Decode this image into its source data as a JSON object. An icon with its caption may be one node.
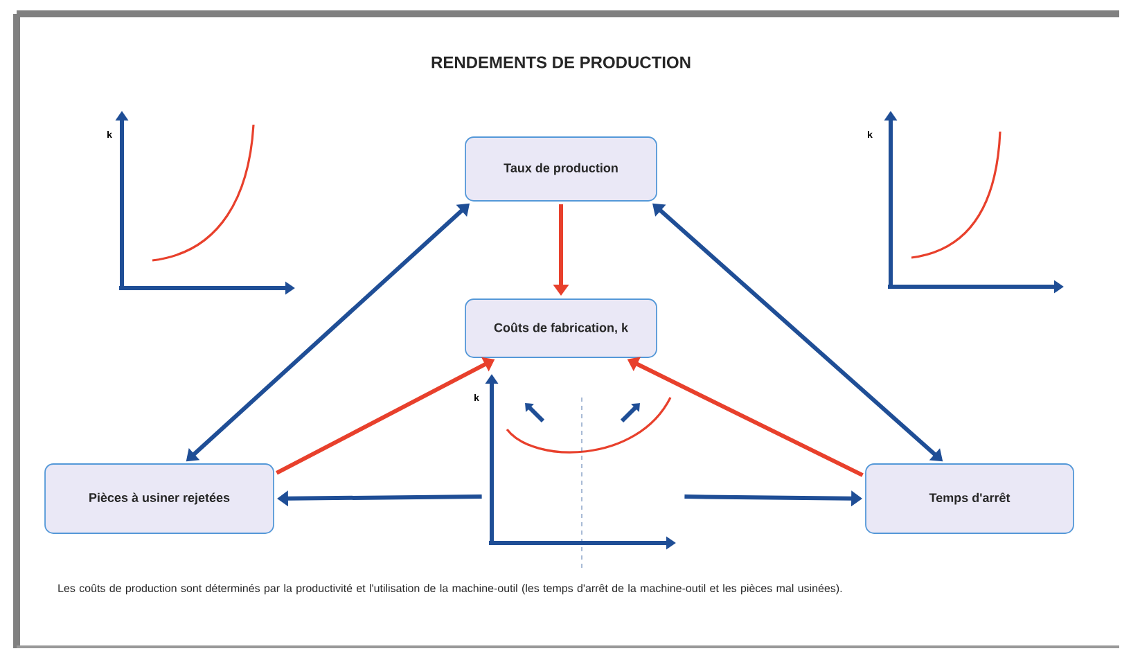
{
  "diagram": {
    "title": "RENDEMENTS DE PRODUCTION",
    "caption": "Les coûts de production sont déterminés par la productivité et l'utilisation de la machine-outil (les temps d'arrêt de la machine-outil et les pièces mal usinées).",
    "nodes": [
      {
        "text": [
          "Taux de production"
        ]
      },
      {
        "text": [
          "Coûts de fabrication, k"
        ]
      },
      {
        "text": [
          "Pièces à usiner rejetées"
        ]
      },
      {
        "text": [
          "Temps d'arrêt"
        ]
      },
      {
        "text": [],
        "shape": "picture"
      }
    ],
    "edges": [
      {
        "from": 0,
        "to": 1,
        "arrow": "to",
        "color": "#e8402c"
      },
      {
        "from": 0,
        "to": 2,
        "arrow": "both"
      },
      {
        "from": 0,
        "to": 3,
        "arrow": "both"
      },
      {
        "from": 2,
        "to": 1,
        "arrow": "to",
        "color": "#e8402c"
      },
      {
        "from": 3,
        "to": 1,
        "arrow": "to",
        "color": "#e8402c"
      },
      {
        "from": 4,
        "to": 2,
        "arrow": "to"
      },
      {
        "from": 4,
        "to": 3,
        "arrow": "to"
      }
    ],
    "labels": [
      "k",
      "k",
      "k"
    ]
  }
}
